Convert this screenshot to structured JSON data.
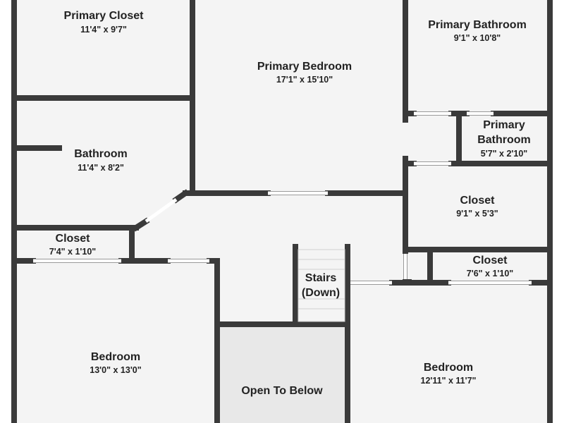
{
  "colors": {
    "wall": "#3a3a3a",
    "floor": "#f4f4f4",
    "open_area": "#e8e8e8",
    "opening": "#ffffff",
    "text": "#222222"
  },
  "rooms": {
    "primary_closet": {
      "name": "Primary Closet",
      "dims": "11'4\" x 9'7\""
    },
    "primary_bedroom": {
      "name": "Primary Bedroom",
      "dims": "17'1\" x 15'10\""
    },
    "primary_bathroom": {
      "name": "Primary Bathroom",
      "dims": "9'1\" x 10'8\""
    },
    "primary_bathroom_2": {
      "name_line1": "Primary",
      "name_line2": "Bathroom",
      "dims": "5'7\" x 2'10\""
    },
    "bathroom": {
      "name": "Bathroom",
      "dims": "11'4\" x 8'2\""
    },
    "closet_right": {
      "name": "Closet",
      "dims": "9'1\" x 5'3\""
    },
    "closet_left": {
      "name": "Closet",
      "dims": "7'4\" x 1'10\""
    },
    "closet_small": {
      "name": "Closet",
      "dims": "7'6\" x 1'10\""
    },
    "stairs": {
      "name_line1": "Stairs",
      "name_line2": "(Down)"
    },
    "bedroom_left": {
      "name": "Bedroom",
      "dims": "13'0\" x 13'0\""
    },
    "open_to_below": {
      "name": "Open To Below"
    },
    "bedroom_right": {
      "name": "Bedroom",
      "dims": "12'11\" x 11'7\""
    }
  }
}
